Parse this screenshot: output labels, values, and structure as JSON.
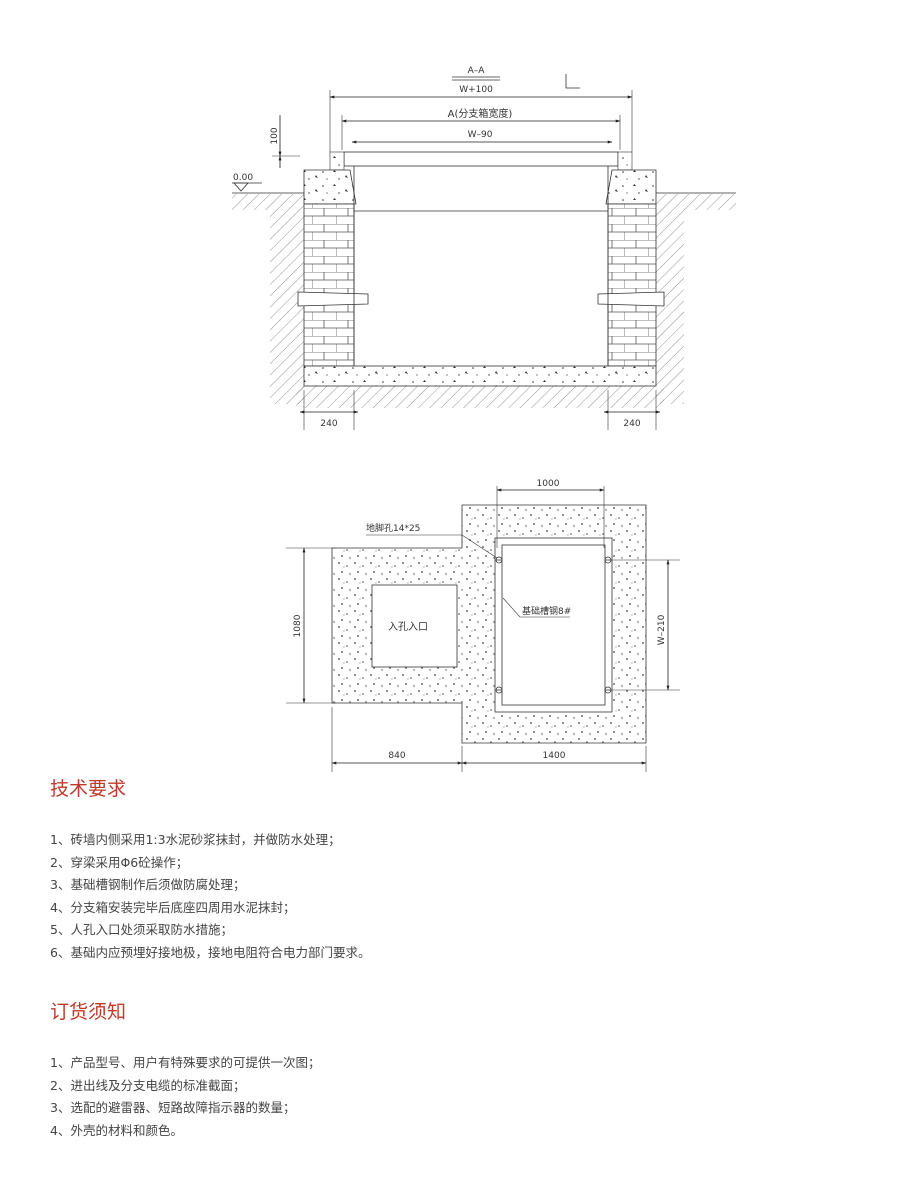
{
  "section_drawing": {
    "title_top": "A–A",
    "title_bottom": "W+100",
    "label_width": "A(分支箱宽度)",
    "label_inner": "W–90",
    "dim_100": "100",
    "level": "0.00",
    "dim_left_240": "240",
    "dim_right_240": "240"
  },
  "plan_drawing": {
    "dim_1000": "1000",
    "anchor_hole": "地脚孔14*25",
    "channel_steel": "基础槽钢8#",
    "manhole": "入孔入口",
    "dim_1080": "1080",
    "dim_w210": "W–210",
    "dim_840": "840",
    "dim_1400": "1400"
  },
  "tech": {
    "title": "技术要求",
    "items": [
      "1、砖墙内侧采用1:3水泥砂浆抹封，并做防水处理；",
      "2、穿梁采用Φ6砼操作；",
      "3、基础槽钢制作后须做防腐处理；",
      "4、分支箱安装完毕后底座四周用水泥抹封；",
      "5、人孔入口处须采取防水措施；",
      "6、基础内应预埋好接地极，接地电阻符合电力部门要求。"
    ]
  },
  "order": {
    "title": "订货须知",
    "items": [
      "1、产品型号、用户有特殊要求的可提供一次图；",
      "2、进出线及分支电缆的标准截面；",
      "3、选配的避雷器、短路故障指示器的数量；",
      "4、外壳的材料和颜色。"
    ]
  }
}
